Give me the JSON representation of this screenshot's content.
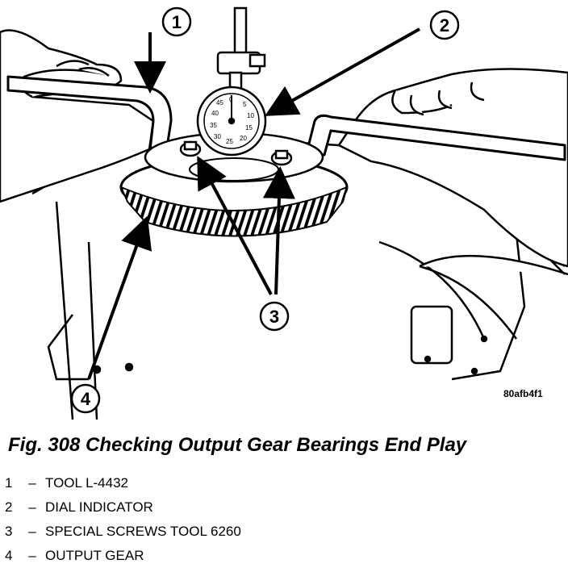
{
  "figure": {
    "reference_code": "80afb4f1",
    "caption": "Fig. 308 Checking Output Gear Bearings End Play",
    "callouts": [
      "1",
      "2",
      "3",
      "4"
    ],
    "dial_scale": [
      "0",
      "5",
      "10",
      "15",
      "20",
      "25",
      "30",
      "35",
      "40",
      "45"
    ],
    "legend": [
      {
        "number": "1",
        "separator": "–",
        "text": "TOOL L-4432"
      },
      {
        "number": "2",
        "separator": "–",
        "text": "DIAL INDICATOR"
      },
      {
        "number": "3",
        "separator": "–",
        "text": "SPECIAL SCREWS TOOL 6260"
      },
      {
        "number": "4",
        "separator": "–",
        "text": "OUTPUT GEAR"
      }
    ]
  }
}
